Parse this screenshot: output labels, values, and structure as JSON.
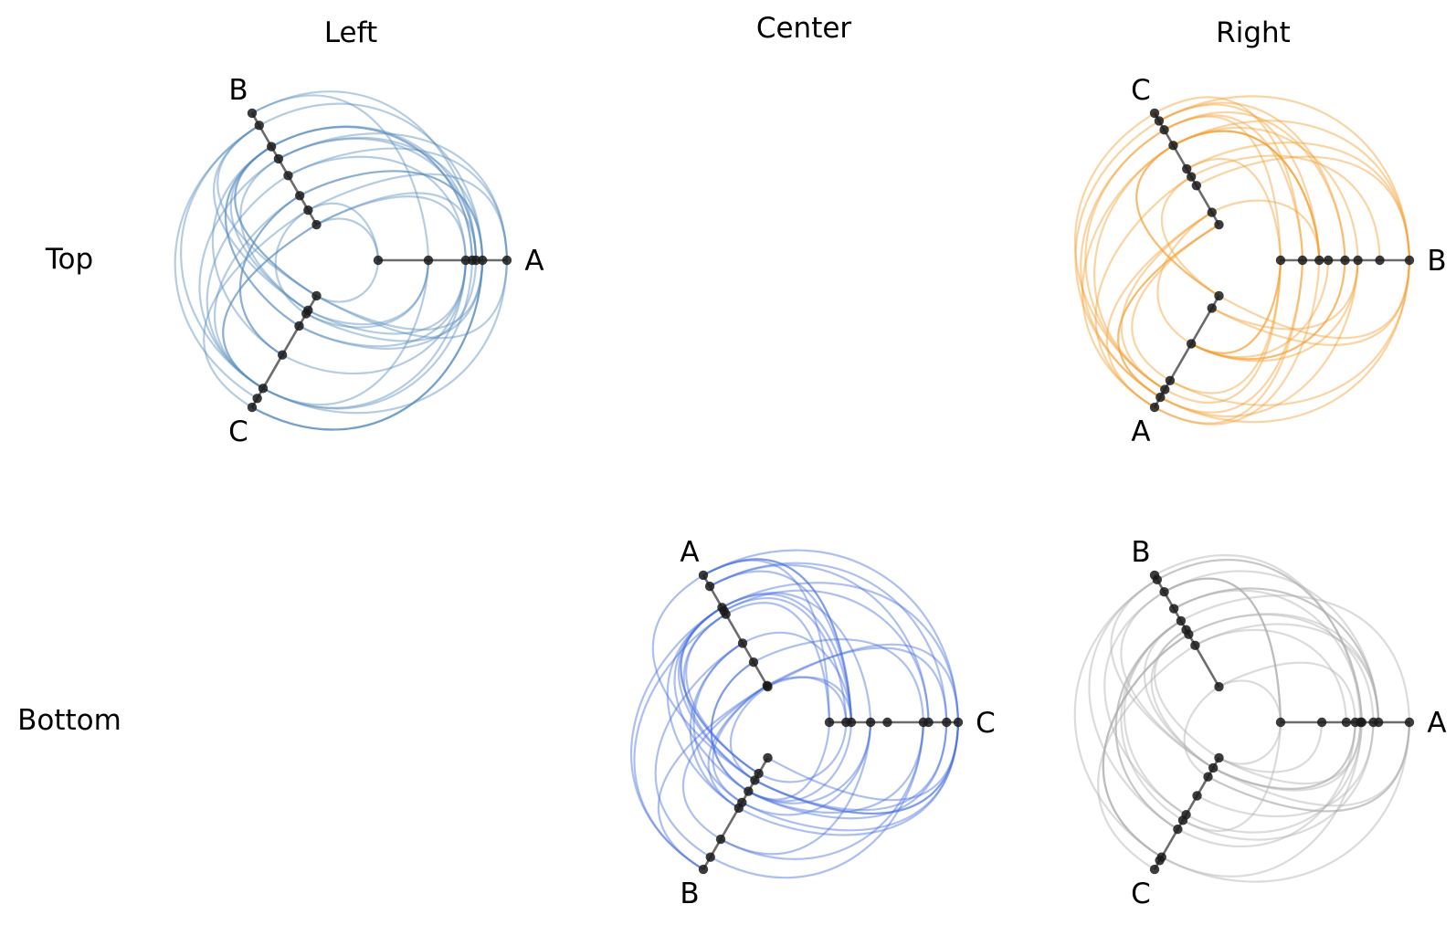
{
  "figure": {
    "column_titles": [
      "Left",
      "Center",
      "Right"
    ],
    "row_labels": [
      "Top",
      "Bottom"
    ]
  },
  "chart_data": [
    {
      "type": "hive",
      "row": "Top",
      "column": "Left",
      "axes": [
        "A",
        "B",
        "C"
      ],
      "edge_color": "#5b8fbf",
      "node_color": "#1a1a1a",
      "nodes": {
        "A": [
          0.0,
          0.39,
          0.68,
          0.73,
          0.76,
          0.81,
          1.0
        ],
        "B": [
          0.0,
          0.13,
          0.26,
          0.44,
          0.59,
          0.7,
          0.89,
          1.0
        ],
        "C": [
          0.0,
          0.13,
          0.16,
          0.27,
          0.53,
          0.83,
          0.92,
          1.0
        ]
      },
      "edge_count": 55
    },
    {
      "type": "hive",
      "row": "Top",
      "column": "Right",
      "axes": [
        "B",
        "C",
        "A"
      ],
      "edge_color": "#f5a034",
      "node_color": "#1a1a1a",
      "nodes": {
        "B": [
          0.0,
          0.17,
          0.3,
          0.37,
          0.5,
          0.6,
          0.77,
          1.0
        ],
        "C": [
          0.0,
          0.11,
          0.35,
          0.43,
          0.5,
          0.71,
          0.85,
          0.93,
          1.0
        ],
        "A": [
          0.0,
          0.11,
          0.43,
          0.76,
          0.84,
          0.91,
          1.0
        ]
      },
      "edge_count": 50
    },
    {
      "type": "hive",
      "row": "Bottom",
      "column": "Center",
      "axes": [
        "C",
        "A",
        "B"
      ],
      "edge_color": "#4a72e0",
      "node_color": "#1a1a1a",
      "nodes": {
        "C": [
          0.0,
          0.13,
          0.17,
          0.32,
          0.45,
          0.73,
          0.77,
          0.91,
          1.0
        ],
        "A": [
          0.0,
          0.01,
          0.22,
          0.39,
          0.65,
          0.68,
          0.71,
          0.9,
          1.0
        ],
        "B": [
          0.0,
          0.14,
          0.2,
          0.3,
          0.4,
          0.45,
          0.73,
          0.89,
          1.0
        ]
      },
      "edge_count": 55
    },
    {
      "type": "hive",
      "row": "Bottom",
      "column": "Right",
      "axes": [
        "A",
        "B",
        "C"
      ],
      "edge_color": "#b0b0b0",
      "node_color": "#1a1a1a",
      "nodes": {
        "A": [
          0.0,
          0.32,
          0.51,
          0.58,
          0.62,
          0.63,
          0.72,
          0.76,
          1.0
        ],
        "B": [
          0.0,
          0.37,
          0.47,
          0.51,
          0.59,
          0.7,
          0.85,
          0.96,
          1.0
        ],
        "C": [
          0.0,
          0.09,
          0.17,
          0.34,
          0.51,
          0.56,
          0.64,
          0.89,
          0.92,
          1.0
        ]
      },
      "edge_count": 50
    }
  ]
}
